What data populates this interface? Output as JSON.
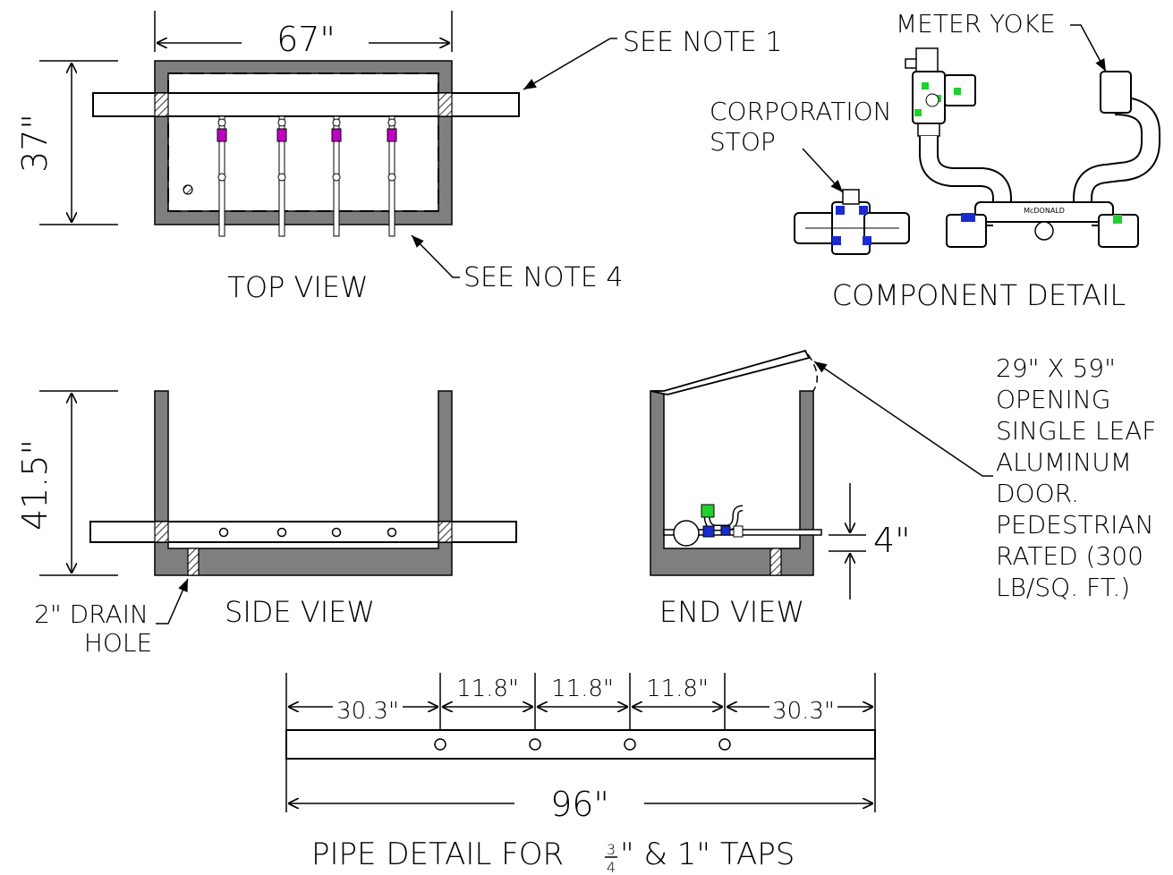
{
  "top_view": {
    "dim_width": "67\"",
    "dim_height": "37\"",
    "note1": "SEE NOTE 1",
    "note4": "SEE NOTE 4",
    "title": "TOP VIEW"
  },
  "component_detail": {
    "meter_yoke": "METER YOKE",
    "corporation_line1": "CORPORATION",
    "corporation_line2": "STOP",
    "brand": "McDONALD",
    "title": "COMPONENT DETAIL"
  },
  "side_view": {
    "dim_height": "41.5\"",
    "drain_line1": "2\" DRAIN",
    "drain_line2": "HOLE",
    "title": "SIDE VIEW"
  },
  "end_view": {
    "dim_offset": "4\"",
    "title": "END VIEW",
    "door_note": [
      "29\" X 59\"",
      "OPENING",
      "SINGLE LEAF",
      "ALUMINUM",
      "DOOR.",
      "PEDESTRIAN",
      "RATED (300",
      "LB/SQ. FT.)"
    ]
  },
  "pipe_detail": {
    "spacings": [
      "30.3\"",
      "11.8\"",
      "11.8\"",
      "11.8\"",
      "30.3\""
    ],
    "overall": "96\"",
    "title_prefix": "PIPE DETAIL FOR ",
    "fraction_num": "3",
    "fraction_den": "4",
    "title_suffix": "\" & 1\" TAPS"
  }
}
